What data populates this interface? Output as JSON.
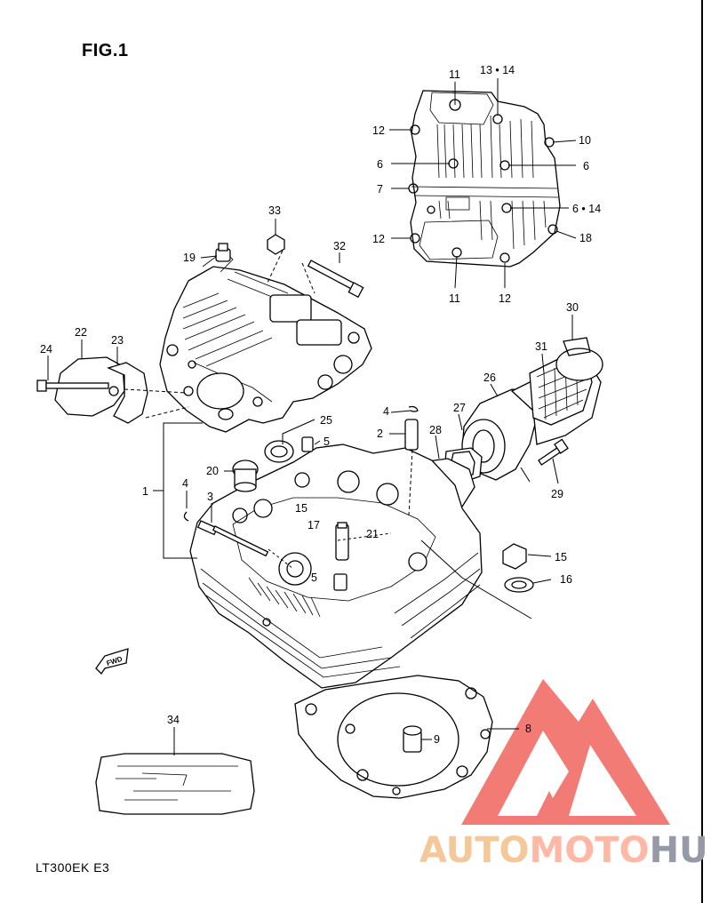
{
  "figure": {
    "title": "FIG.1",
    "model": "LT300EK  E3"
  },
  "watermark": {
    "brand_parts": [
      "AUTO",
      "MOTO",
      "HUB"
    ],
    "colors": {
      "auto": "#f4c898",
      "moto": "#ffb7a6",
      "hub": "#969aa6",
      "logo": "#f2645f"
    },
    "icon": "triangle-logo-icon"
  },
  "fwd_arrow": {
    "label": "FWD",
    "icon": "fwd-arrow-icon"
  },
  "callouts": [
    "11",
    "13 • 14",
    "12",
    "10",
    "6",
    "6",
    "7",
    "6 • 14",
    "12",
    "18",
    "11",
    "12",
    "33",
    "32",
    "19",
    "22",
    "23",
    "24",
    "30",
    "31",
    "26",
    "4",
    "27",
    "2",
    "28",
    "25",
    "5",
    "20",
    "1",
    "4",
    "3",
    "15",
    "17",
    "21",
    "5",
    "29",
    "15",
    "16",
    "8",
    "9",
    "34"
  ],
  "colors": {
    "line": "#000000",
    "background": "#ffffff"
  }
}
